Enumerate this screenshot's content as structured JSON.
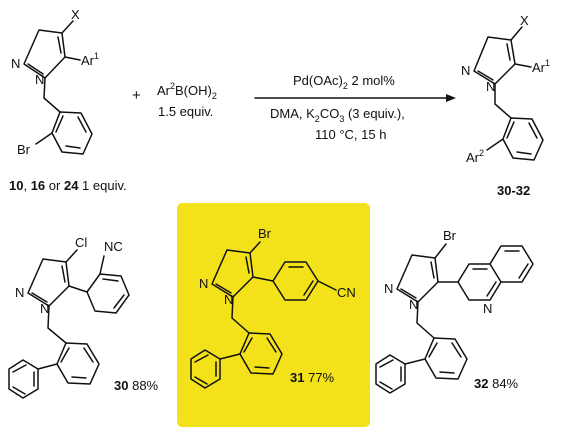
{
  "scheme": {
    "highlight_color": "#f3e21a",
    "reactant": {
      "x_label": "X",
      "n_label": "N",
      "ar1_base": "Ar",
      "ar1_sup": "1",
      "br_label": "Br",
      "compounds_a": "10",
      "compounds_sep1": ", ",
      "compounds_b": "16",
      "compounds_or": " or ",
      "compounds_c": "24",
      "compounds_equiv": " 1 equiv."
    },
    "plus": "+",
    "boronic": {
      "ar_base": "Ar",
      "ar_sup": "2",
      "b_oh": "B(OH)",
      "sub": "2",
      "equiv": "1.5 equiv."
    },
    "conditions": {
      "line1_main": "Pd(OAc)",
      "line1_sub": "2",
      "line1_rest": " 2 mol%",
      "line2_main": "DMA, K",
      "line2_sub1": "2",
      "line2_mid": "CO",
      "line2_sub2": "3",
      "line2_rest": " (3 equiv.),",
      "line3": "110 °C, 15 h"
    },
    "product": {
      "x_label": "X",
      "n_label": "N",
      "ar1_base": "Ar",
      "ar1_sup": "1",
      "ar2_base": "Ar",
      "ar2_sup": "2",
      "number": "30-32"
    },
    "examples": [
      {
        "halogen": "Cl",
        "substituent": "NC",
        "number": "30",
        "yield": "88%"
      },
      {
        "halogen": "Br",
        "substituent": "CN",
        "number": "31",
        "yield": "77%"
      },
      {
        "halogen": "Br",
        "substituent": "N",
        "number": "32",
        "yield": "84%"
      }
    ]
  }
}
